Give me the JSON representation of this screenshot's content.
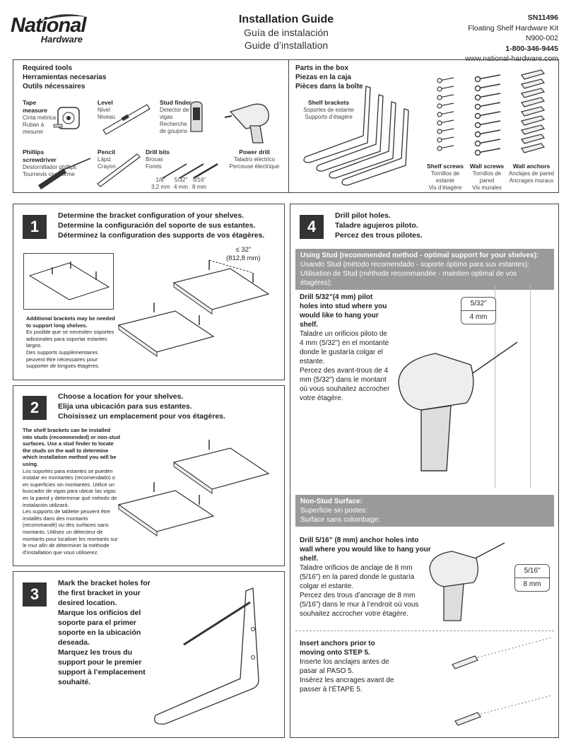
{
  "header": {
    "logo_line1": "National",
    "logo_line2": "Hardware",
    "title_en": "Installation Guide",
    "title_es": "Guía de instalación",
    "title_fr": "Guide d’installation",
    "sku": "SN11496",
    "product": "Floating Shelf Hardware Kit",
    "model": "N900-002",
    "phone": "1-800-346-9445",
    "website": "www.national-hardware.com"
  },
  "required_tools": {
    "title_en": "Required tools",
    "title_es": "Herramientas necesarias",
    "title_fr": "Outils nécessaires",
    "tools": [
      {
        "name": "Tape measure",
        "es": "Cinta métrica",
        "fr": "Ruban à mesurer",
        "icon": "tape-measure-icon"
      },
      {
        "name": "Level",
        "es": "Nivel",
        "fr": "Niveau",
        "icon": "level-icon"
      },
      {
        "name": "Stud finder",
        "es": "Detector de vigas",
        "fr": "Recherche de goujons",
        "icon": "stud-finder-icon"
      },
      {
        "name": "Phillips screwdriver",
        "es": "Destornillador phillips",
        "fr": "Tournevis cruciforme",
        "icon": "screwdriver-icon"
      },
      {
        "name": "Pencil",
        "es": "Lápiz",
        "fr": "Crayon",
        "icon": "pencil-icon"
      },
      {
        "name": "Drill bits",
        "es": "Brocas",
        "fr": "Forets",
        "icon": "drill-bits-icon"
      },
      {
        "name": "Power drill",
        "es": "Taladro eléctrico",
        "fr": "Perceuse électrique",
        "icon": "power-drill-icon"
      }
    ],
    "bit_sizes": [
      {
        "in": "1/8”",
        "mm": "3,2 mm"
      },
      {
        "in": "5/32”",
        "mm": "4 mm"
      },
      {
        "in": "5/16”",
        "mm": "8 mm"
      }
    ]
  },
  "parts": {
    "title_en": "Parts in the box",
    "title_es": "Piezas en la caja",
    "title_fr": "Pièces dans la boîte",
    "brackets": {
      "en": "Shelf brackets",
      "es": "Soportes de estante",
      "fr": "Supports d’étagère"
    },
    "shelf_screws": {
      "en": "Shelf screws",
      "es": "Tornillos de estante",
      "fr": "Vis d’étagère"
    },
    "wall_screws": {
      "en": "Wall screws",
      "es": "Tornillos de pared",
      "fr": "Vis murales"
    },
    "wall_anchors": {
      "en": "Wall anchors",
      "es": "Anclajes de pared",
      "fr": "Ancrages muraux"
    }
  },
  "step1": {
    "num": "1",
    "title_en": "Determine the bracket configuration of your shelves.",
    "title_es": "Determine la configuración del soporte de sus estantes.",
    "title_fr": "Déterminez la configuration des supports de vos étagères.",
    "spacing_in": "≤ 32”",
    "spacing_mm": "(812,8 mm)",
    "note_en": "Additional brackets may be needed to support long shelves.",
    "note_es": "Es posible que se necesiten soportes adicionales para soportar estantes largos.",
    "note_fr": "Des supports supplémentaires peuvent être nécessaires pour supporter de longues étagères."
  },
  "step2": {
    "num": "2",
    "title_en": "Choose a location for your shelves.",
    "title_es": "Elija una ubicación para sus estantes.",
    "title_fr": "Choisissez un emplacement pour vos étagères.",
    "text_en": "The shelf brackets can be installed into studs (recommended) or non-stud surfaces. Use a stud finder to locate the studs on the wall to determine which installation method you will be using.",
    "text_es": "Los soportes para estantes se pueden instalar en montantes (recomendado) o en superficies sin montantes. Utilice un buscador de vigas para ubicar las vigas en la pared y determinar qué método de instalación utilizará.",
    "text_fr": "Les supports de tablette peuvent être installés dans des montants (recommandé) ou des surfaces sans montants. Utilisez un détecteur de montants pour localiser les montants sur le mur afin de déterminer la méthode d’installation que vous utiliserez."
  },
  "step3": {
    "num": "3",
    "title_en": "Mark the bracket holes for the first bracket in your desired location.",
    "title_es": "Marque los orificios del soporte para el primer soporte en la ubicación deseada.",
    "title_fr": "Marquez les trous du support pour le premier support à l’emplacement souhaité."
  },
  "step4": {
    "num": "4",
    "title_en": "Drill pilot holes.",
    "title_es": "Taladre agujeros piloto.",
    "title_fr": "Percez des trous pilotes.",
    "stud_bar_en": "Using Stud (recommended method - optimal support for your shelves):",
    "stud_bar_es": "Usando Stud (método recomendado - soporte óptimo para sus estantes):",
    "stud_bar_fr": "Utilisation de Stud (méthode recommandée - maintien optimal de vos étagères):",
    "stud_text_en": "Drill 5/32”(4 mm) pilot holes into stud where you would like to hang your shelf.",
    "stud_text_es": "Taladre un orificios piloto de 4 mm (5/32”) en el montante donde le gustaría colgar el estante.",
    "stud_text_fr": "Percez des avant-trous de 4 mm (5/32”) dans le montant où vous souhaitez accrocher votre étagère.",
    "stud_bit_in": "5/32”",
    "stud_bit_mm": "4 mm",
    "nonstud_bar_en": "Non-Stud Surface:",
    "nonstud_bar_es": "Superficie sin postes:",
    "nonstud_bar_fr": "Surface sans colombage:",
    "nonstud_text_en": "Drill 5/16” (8 mm) anchor holes into wall where you would like to hang your shelf.",
    "nonstud_text_es": "Taladre orificios de anclaje de 8 mm (5/16”) en la pared donde le gustaría colgar el estante.",
    "nonstud_text_fr": "Percez des trous d’ancrage de 8 mm (5/16”) dans le mur à l’endroit où vous souhaitez accrocher votre étagère.",
    "nonstud_bit_in": "5/16”",
    "nonstud_bit_mm": "8 mm",
    "anchor_text_en": "Insert anchors prior to moving onto STEP 5.",
    "anchor_text_es": "Inserte los anclajes antes de pasar al PASO 5.",
    "anchor_text_fr": "Insérez les ancrages avant de passer à l’ÉTAPE 5."
  }
}
